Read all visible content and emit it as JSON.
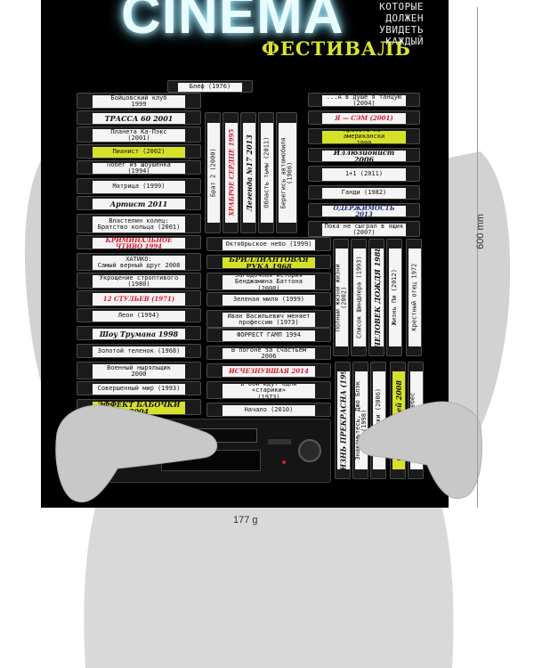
{
  "poster": {
    "brand": "CINEMA",
    "subtitle": "ФЕСТИВАЛЬ",
    "tagline": [
      "КОТОРЫЕ",
      "ДОЛЖЕН",
      "УВИДЕТЬ",
      "КАЖДЫЙ"
    ]
  },
  "tapes": [
    {
      "id": "bleff",
      "label": "Блеф (1976)"
    },
    {
      "id": "boyc",
      "label": "Бойцовский клуб\n1999"
    },
    {
      "id": "trassa",
      "label": "ТРАССА 60   2001"
    },
    {
      "id": "planeta",
      "label": "Планета Ка-Пэкс\n(2001)"
    },
    {
      "id": "pianist",
      "label": "Пианист (2002)"
    },
    {
      "id": "pobeg",
      "label": "Побег из Шоушенка (1994)"
    },
    {
      "id": "matrix",
      "label": "Матрица (1999)"
    },
    {
      "id": "artist",
      "label": "Артист 2011"
    },
    {
      "id": "lotr",
      "label": "Властелин колец:\nБратство кольца (2001)"
    },
    {
      "id": "pulp",
      "label": "КРИМИНАЛЬНОЕ ЧТИВО 1994"
    },
    {
      "id": "hatiko",
      "label": "ХАТИКО:\nСамый верный друг 2008"
    },
    {
      "id": "ukroschenie",
      "label": "Укрощение строптивого\n(1980)"
    },
    {
      "id": "stulev",
      "label": "12 СТУЛЬЕВ (1971)"
    },
    {
      "id": "leon",
      "label": "Леон (1994)"
    },
    {
      "id": "truman",
      "label": "Шоу Трумана 1998"
    },
    {
      "id": "telenok",
      "label": "Золотой теленок (1968)"
    },
    {
      "id": "voenny",
      "label": "Военный ныряльщик\n2000"
    },
    {
      "id": "sovershenny",
      "label": "Совершенный мир (1993)"
    },
    {
      "id": "babochki",
      "label": "ЭФФЕКТ БАБОЧКИ 2004"
    },
    {
      "id": "brat2",
      "label": "Брат 2 (2000)"
    },
    {
      "id": "braveheart",
      "label": "ХРАБРОЕ СЕРДЦЕ 1995"
    },
    {
      "id": "legenda17",
      "label": "Легенда №17 2013"
    },
    {
      "id": "oblast",
      "label": "Область тьмы (2011)"
    },
    {
      "id": "beregis",
      "label": "Берегись автомобиля\n(1966)"
    },
    {
      "id": "oktyabr",
      "label": "Октябрьское небо (1999)"
    },
    {
      "id": "brilliant",
      "label": "БРИЛЛИАНТОВАЯ РУКА 1968"
    },
    {
      "id": "zagadochnaya",
      "label": "Загадочная история\nБенджамина Баттона (2008)"
    },
    {
      "id": "zelenaya",
      "label": "Зеленая миля (1999)"
    },
    {
      "id": "ivan",
      "label": "Иван Васильевич меняет\nпрофессию (1973)"
    },
    {
      "id": "forrest",
      "label": "ФОРРЕСТ ГАМП 1994"
    },
    {
      "id": "pogone",
      "label": "В погоне за счастьем 2006"
    },
    {
      "id": "ischeznuv",
      "label": "ИСЧЕЗНУВШАЯ 2014"
    },
    {
      "id": "vboy",
      "label": "В бой идут одни «старики»\n(1973)"
    },
    {
      "id": "nachalo",
      "label": "Начало (2010)"
    },
    {
      "id": "adupah",
      "label": "...А в душе я танцую (2004)"
    },
    {
      "id": "yasem",
      "label": "Я — СЭМ (2001)"
    },
    {
      "id": "krasota",
      "label": "Красота по-американски\n1999"
    },
    {
      "id": "illusion",
      "label": "Иллюзионист 2006"
    },
    {
      "id": "plus1",
      "label": "1+1 (2011)"
    },
    {
      "id": "gandi",
      "label": "Ганди (1982)"
    },
    {
      "id": "oderzh",
      "label": "ОДЕРЖИМОСТЬ 2013"
    },
    {
      "id": "poka",
      "label": "Пока не сыграл в ящик\n(2007)"
    },
    {
      "id": "polniy",
      "label": "Полный жизни жизни\n(2002)"
    },
    {
      "id": "spisok",
      "label": "Список Шиндлера (1993)"
    },
    {
      "id": "rain",
      "label": "ЧЕЛОВЕК ДОЖДЯ 1988"
    },
    {
      "id": "pi",
      "label": "Жизнь Пи (2012)"
    },
    {
      "id": "krestny",
      "label": "Крестный отец 1972"
    },
    {
      "id": "beautiful",
      "label": "ЖИЗНЬ ПРЕКРАСНА (1997)"
    },
    {
      "id": "znakomtes",
      "label": "Знакомьтесь, Джо Блэк\n(1998)"
    },
    {
      "id": "otstupniki",
      "label": "Отступники (2006)"
    },
    {
      "id": "sem",
      "label": "Семь жизней 2008"
    },
    {
      "id": "raydo",
      "label": "...рай до небес\n(1997)"
    }
  ],
  "dimensions": {
    "height": "600 mm",
    "weight": "177 g"
  },
  "colors": {
    "poster_bg": "#000000",
    "accent_yellow": "#d6e22a",
    "label_red": "#d8192d",
    "glow": "#b8f3ff",
    "hand_gray": "#cfcfcf"
  }
}
